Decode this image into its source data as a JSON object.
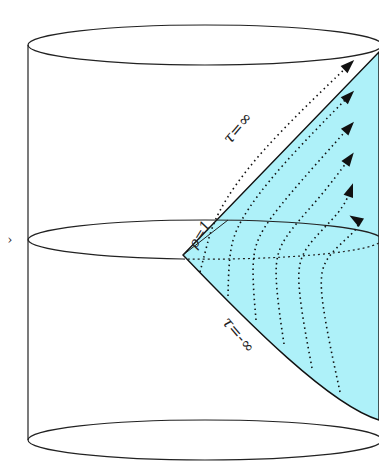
{
  "diagram": {
    "labels": [
      "ρ=1",
      "τ=∞",
      "τ=-∞",
      "›"
    ]
  }
}
